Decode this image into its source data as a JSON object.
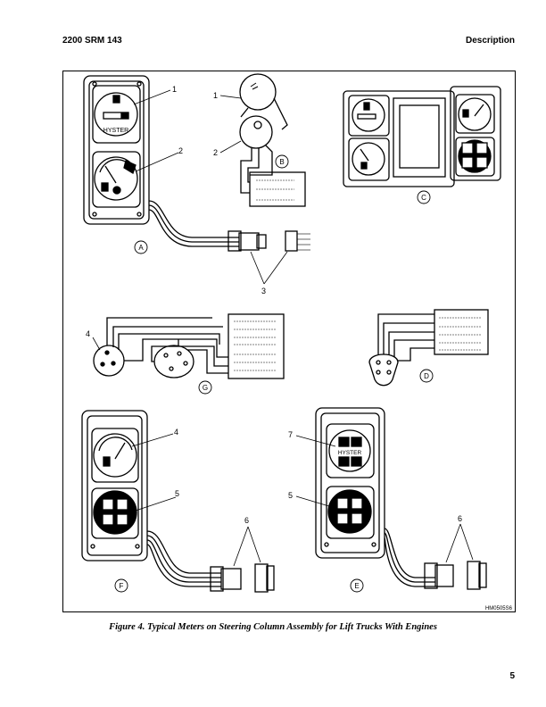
{
  "header": {
    "left": "2200 SRM 143",
    "right": "Description"
  },
  "figure": {
    "caption": "Figure 4. Typical Meters on Steering Column Assembly for Lift Trucks With Engines",
    "code": "HM0505S6",
    "callouts": {
      "c1": "1",
      "c2": "2",
      "c3": "3",
      "c4": "4",
      "c5": "5",
      "c6": "6",
      "c7": "7"
    },
    "views": {
      "a": "A",
      "b": "B",
      "c": "C",
      "d": "D",
      "e": "E",
      "f": "F",
      "g": "G"
    },
    "brand": "HYSTER"
  },
  "page_number": "5"
}
